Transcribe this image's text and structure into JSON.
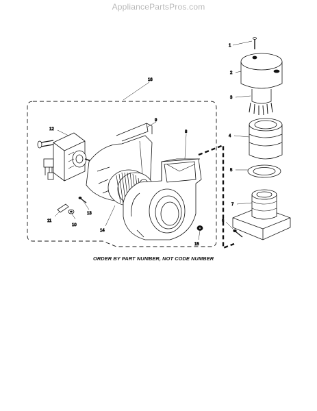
{
  "site": {
    "watermark": "AppliancePartsPros.com"
  },
  "diagram": {
    "callouts": {
      "c1": "1",
      "c2": "2",
      "c3": "3",
      "c4": "4",
      "c5": "5",
      "c6": "6",
      "c7": "7",
      "c8": "8",
      "c9": "9",
      "c10": "10",
      "c11": "11",
      "c12": "12",
      "c13": "13",
      "c14": "14",
      "c15": "15",
      "c16": "16"
    },
    "footer_note": "ORDER BY PART NUMBER, NOT CODE NUMBER"
  }
}
